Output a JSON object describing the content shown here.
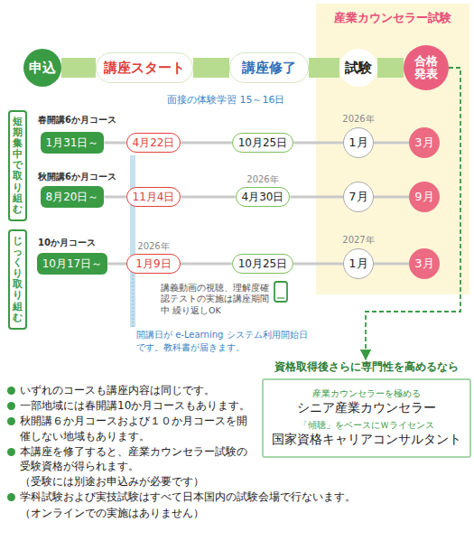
{
  "diagram": {
    "nodes": [
      {
        "text": [
          "産業カウンセラー試験"
        ]
      },
      {
        "text": [
          "申込"
        ]
      },
      {
        "text": [
          "講座スタート"
        ]
      },
      {
        "text": [
          "講座修了"
        ]
      },
      {
        "text": [
          "試験"
        ],
        "in": 0
      },
      {
        "text": [
          "合格発表"
        ],
        "in": 0
      },
      {
        "text": [
          "短期集中で取り組む"
        ]
      },
      {
        "text": [
          "1月31日～"
        ]
      },
      {
        "text": [
          "4月22日"
        ]
      },
      {
        "text": [
          "10月25日"
        ]
      },
      {
        "text": [
          "1月"
        ],
        "in": 0
      },
      {
        "text": [
          "3月"
        ],
        "in": 0
      },
      {
        "text": [
          "8月20日～"
        ]
      },
      {
        "text": [
          "11月4日"
        ]
      },
      {
        "text": [
          "4月30日"
        ]
      },
      {
        "text": [
          "7月"
        ],
        "in": 0
      },
      {
        "text": [
          "9月"
        ],
        "in": 0
      },
      {
        "text": [
          "じっくり取り組む"
        ]
      },
      {
        "text": [
          "10月17日～"
        ]
      },
      {
        "text": [
          "1月9日"
        ]
      },
      {
        "text": [
          "10月25日"
        ]
      },
      {
        "text": [
          "1月"
        ],
        "in": 0
      },
      {
        "text": [
          "3月"
        ],
        "in": 0
      },
      {
        "text": [
          "資格取得後さらに専門性を高めるなら",
          "産業カウンセラーを極める",
          "シニア産業カウンセラー",
          "「傾聴」をベースにＷライセンス",
          "国家資格キャリアコンサルタント"
        ]
      }
    ],
    "edges": [
      {
        "from": 1,
        "to": 2,
        "arrow": "none"
      },
      {
        "from": 2,
        "to": 3,
        "arrow": "none"
      },
      {
        "from": 3,
        "to": 4,
        "arrow": "none"
      },
      {
        "from": 4,
        "to": 5,
        "arrow": "none"
      },
      {
        "from": 7,
        "to": 8,
        "arrow": "none"
      },
      {
        "from": 8,
        "to": 9,
        "arrow": "none"
      },
      {
        "from": 9,
        "to": 10,
        "arrow": "none"
      },
      {
        "from": 10,
        "to": 11,
        "arrow": "none"
      },
      {
        "from": 12,
        "to": 13,
        "arrow": "none"
      },
      {
        "from": 13,
        "to": 14,
        "arrow": "none"
      },
      {
        "from": 14,
        "to": 15,
        "arrow": "none"
      },
      {
        "from": 15,
        "to": 16,
        "arrow": "none"
      },
      {
        "from": 18,
        "to": 19,
        "arrow": "none"
      },
      {
        "from": 19,
        "to": 20,
        "arrow": "none"
      },
      {
        "from": 20,
        "to": 21,
        "arrow": "none"
      },
      {
        "from": 21,
        "to": 22,
        "arrow": "none"
      },
      {
        "from": 5,
        "to": 23,
        "arrow": "to"
      }
    ],
    "labels": [
      "面接の体験学習 15～16日",
      "春開講6か月コース",
      "2026年",
      "秋開講6か月コース",
      "2026年",
      "10か月コース",
      "2026年",
      "2027年",
      "講義動画の視聴、理解度確認テストの実施は講座期間中 繰り返しOK",
      "開講日が e-Learning システム利用開始日です。教科書が届きます。",
      "いずれのコースも講座内容は同じです。",
      "一部地域には春開講10か月コースもあります。",
      "秋開講６か月コースおよび１０か月コースを開催しない地域もあります。",
      "本講座を修了すると、産業カウンセラー試験の受験資格が得られます。",
      "（受験には別途お申込みが必要です）",
      "学科試験および実技試験はすべて日本国内の試験会場で行ないます。",
      "（オンラインでの実施はありません）"
    ]
  }
}
